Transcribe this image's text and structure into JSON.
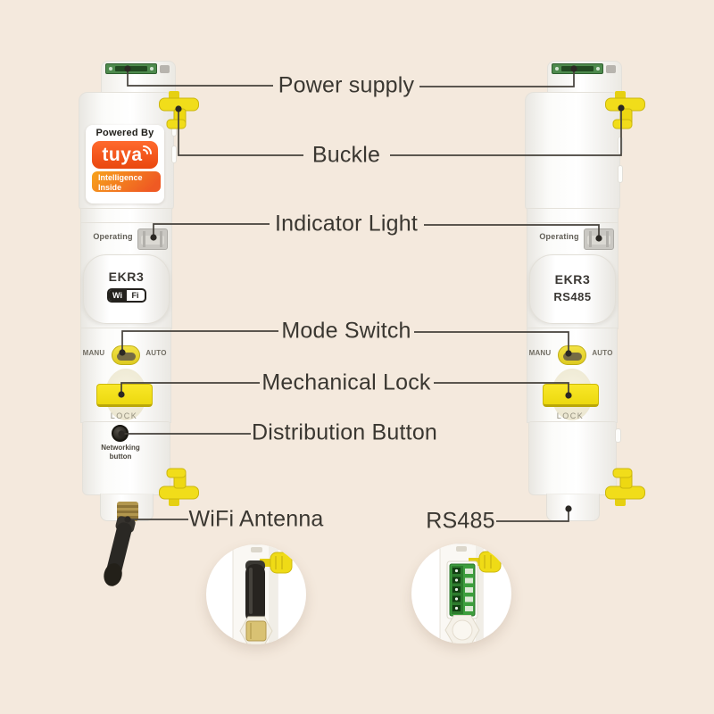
{
  "colors": {
    "background": "#f4e9dd",
    "accent_yellow": "#f1dd1a",
    "terminal_green": "#4d8a4d",
    "tuya_orange": "#ee4f16",
    "callout_text": "#3a3731",
    "callout_line": "#45413b"
  },
  "callouts": {
    "power_supply": "Power supply",
    "buckle": "Buckle",
    "indicator_light": "Indicator Light",
    "mode_switch": "Mode Switch",
    "mechanical_lock": "Mechanical Lock",
    "distribution_button": "Distribution Button",
    "wifi_antenna": "WiFi Antenna",
    "rs485": "RS485"
  },
  "devices": {
    "left": {
      "brand": {
        "powered_by": "Powered By",
        "logo_text": "tuya",
        "tagline_line1": "Intelligence",
        "tagline_line2": "Inside"
      },
      "status_label": "Operating",
      "model": "EKR3",
      "wifi_badge": {
        "wi": "Wi",
        "fi": "Fi"
      },
      "mode_manual": "MANU",
      "mode_auto": "AUTO",
      "lock_label": "LOCK",
      "network_button_line1": "Networking",
      "network_button_line2": "button"
    },
    "right": {
      "status_label": "Operating",
      "model": "EKR3",
      "variant": "RS485",
      "mode_manual": "MANU",
      "mode_auto": "AUTO",
      "lock_label": "LOCK"
    }
  }
}
